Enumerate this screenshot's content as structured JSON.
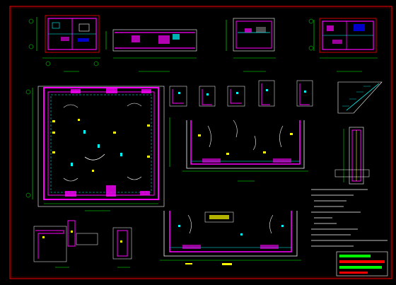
{
  "drawing": {
    "colors": {
      "background": "#000000",
      "frame": "#ff0000",
      "wall": "#ff00ff",
      "dim": "#00ff00",
      "annot": "#00ffff",
      "rebar_label": "#ffff00",
      "line": "#ffffff",
      "legend_red": "#ff0000",
      "legend_green": "#00ff00"
    },
    "views": [
      {
        "name": "plan-view-1",
        "caption": ""
      },
      {
        "name": "section-1",
        "caption": ""
      },
      {
        "name": "section-2",
        "caption": ""
      },
      {
        "name": "plan-view-2",
        "caption": ""
      },
      {
        "name": "main-reinforcement-plan",
        "caption": ""
      },
      {
        "name": "section-a-a",
        "caption": ""
      },
      {
        "name": "section-b-b",
        "caption": ""
      },
      {
        "name": "wall-corner-detail",
        "caption": ""
      },
      {
        "name": "slope-detail",
        "caption": ""
      }
    ],
    "notes": []
  }
}
